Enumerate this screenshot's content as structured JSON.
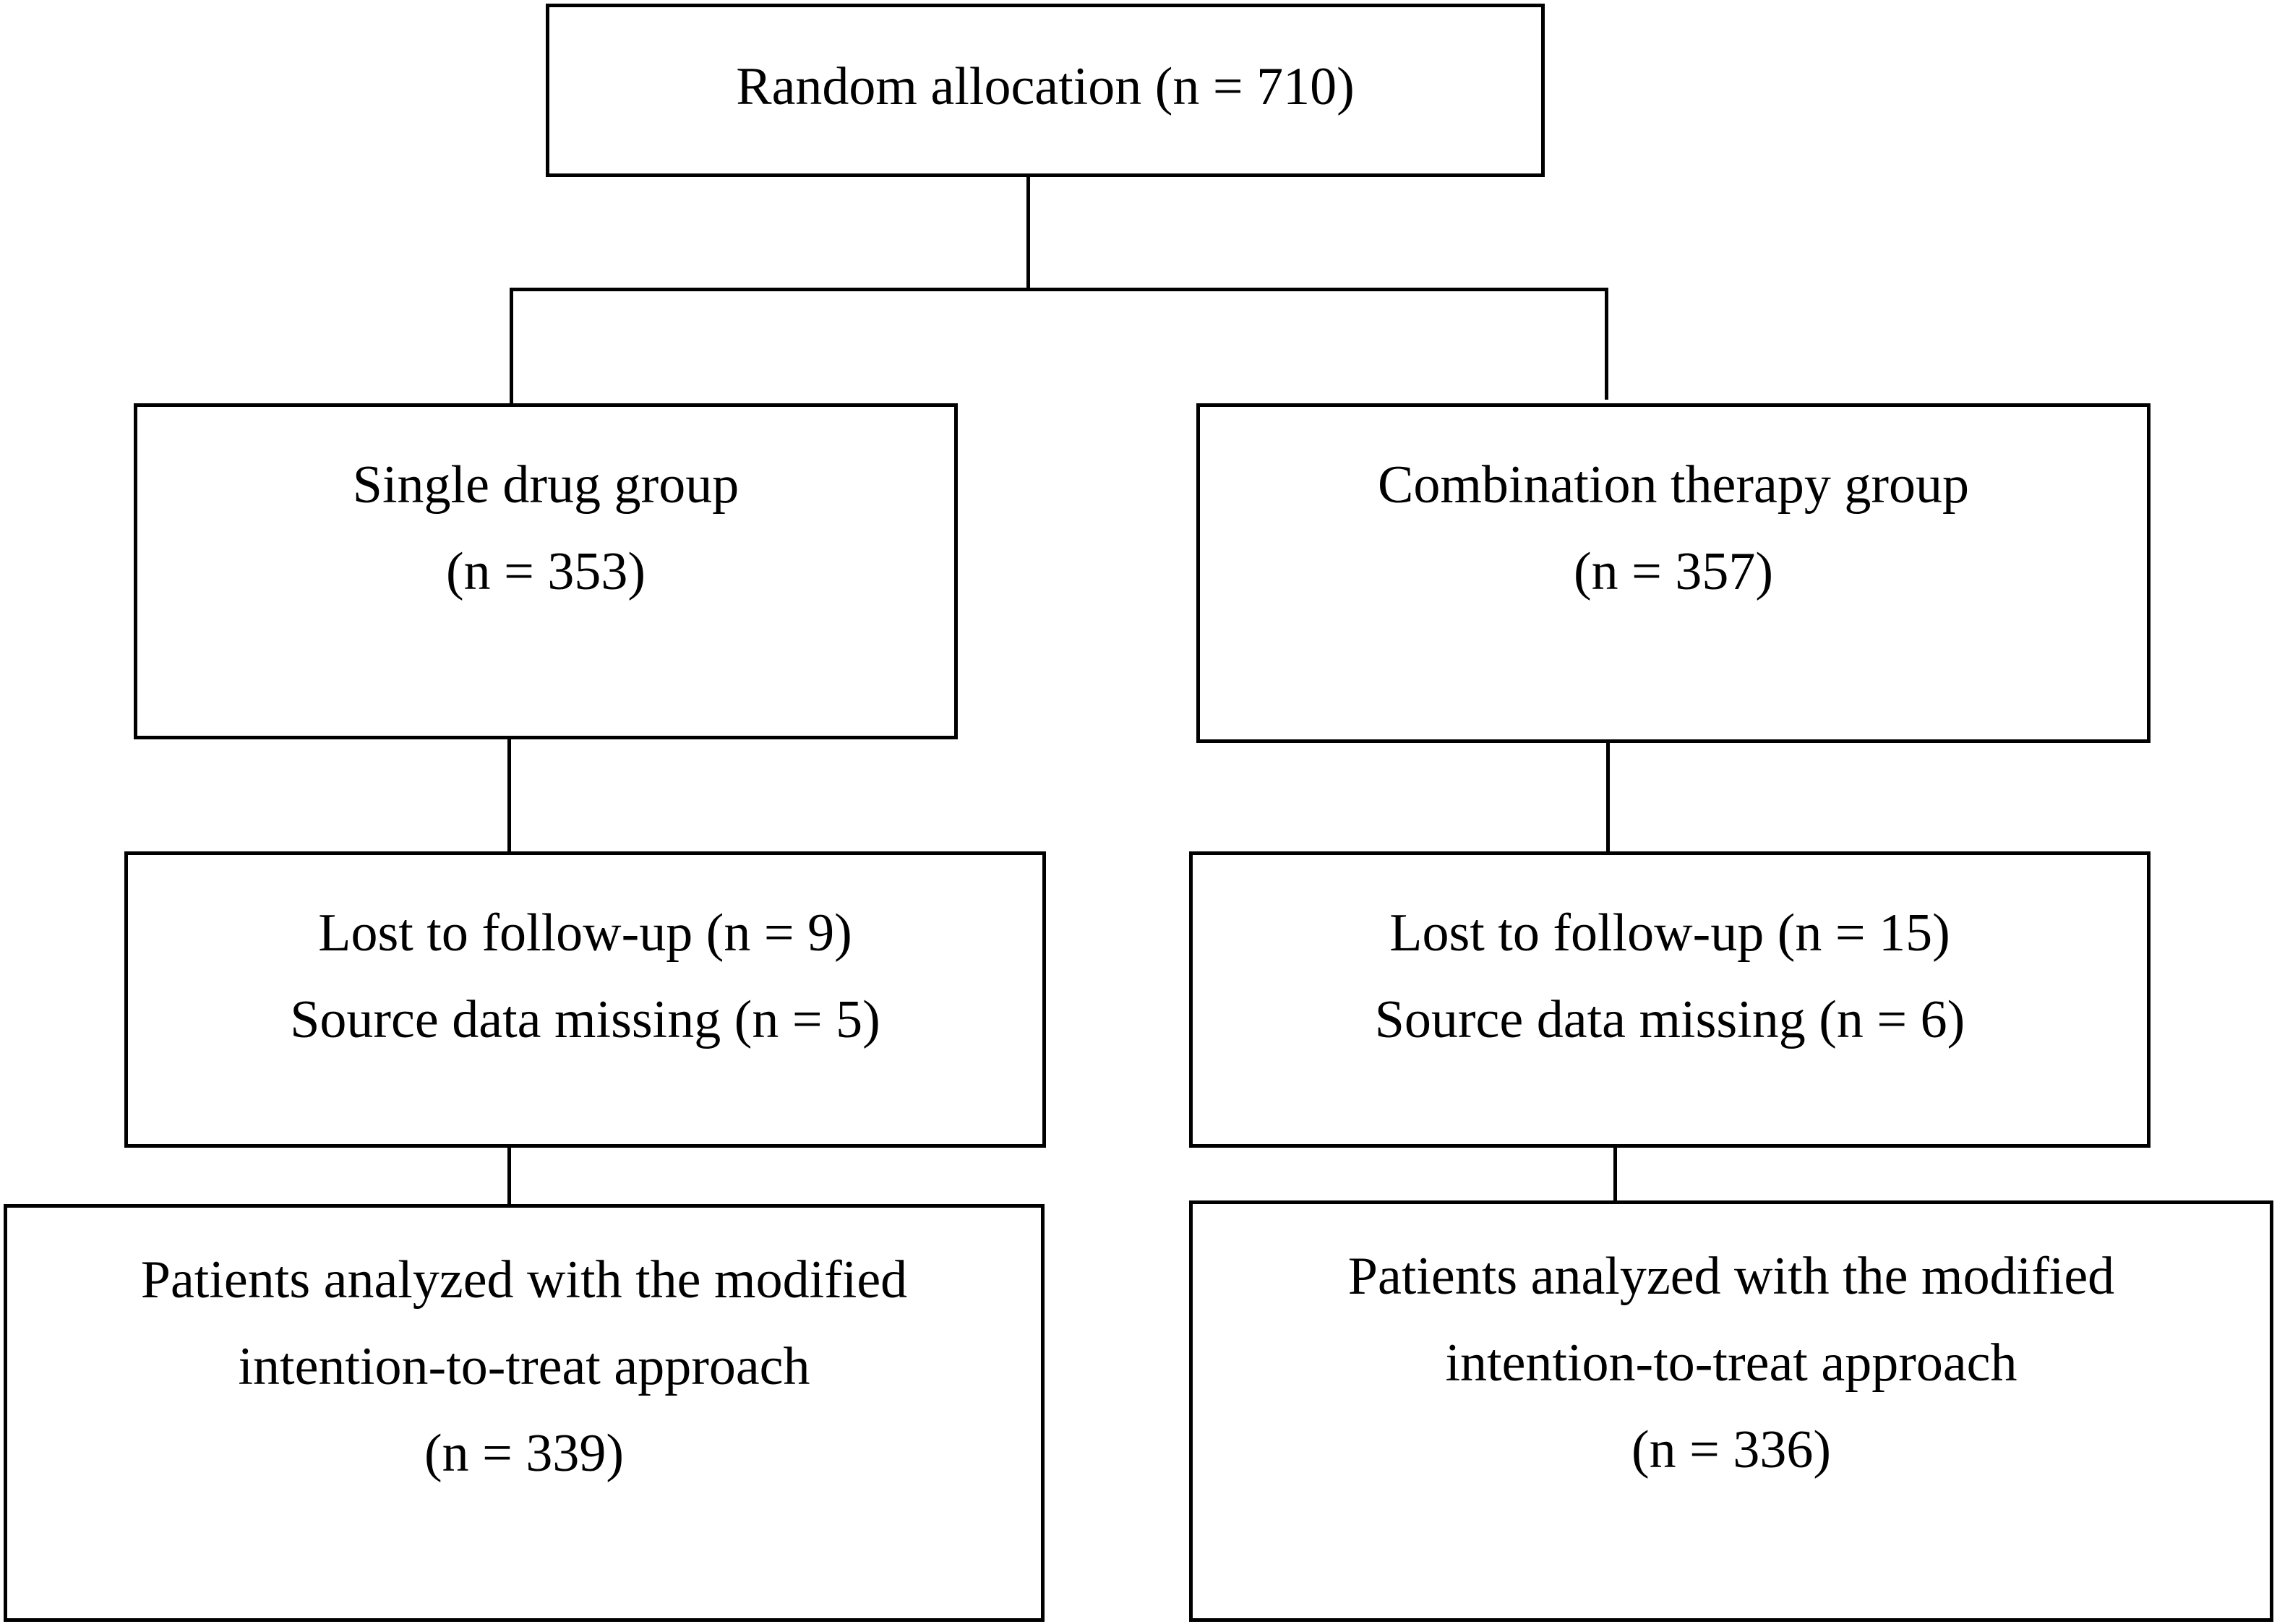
{
  "diagram": {
    "root": {
      "label": "Random allocation (n = 710)"
    },
    "left": {
      "group": {
        "line1": "Single drug group",
        "line2": "(n = 353)"
      },
      "excluded": {
        "line1": "Lost to follow-up (n = 9)",
        "line2": "Source data missing (n = 5)"
      },
      "analyzed": {
        "line1": "Patients analyzed with the modified",
        "line2": "intention-to-treat approach",
        "line3": "(n = 339)"
      }
    },
    "right": {
      "group": {
        "line1": "Combination therapy group",
        "line2": "(n = 357)"
      },
      "excluded": {
        "line1": "Lost to follow-up (n = 15)",
        "line2": "Source data missing (n = 6)"
      },
      "analyzed": {
        "line1": "Patients analyzed with the modified",
        "line2": "intention-to-treat approach",
        "line3": "(n = 336)"
      }
    }
  }
}
